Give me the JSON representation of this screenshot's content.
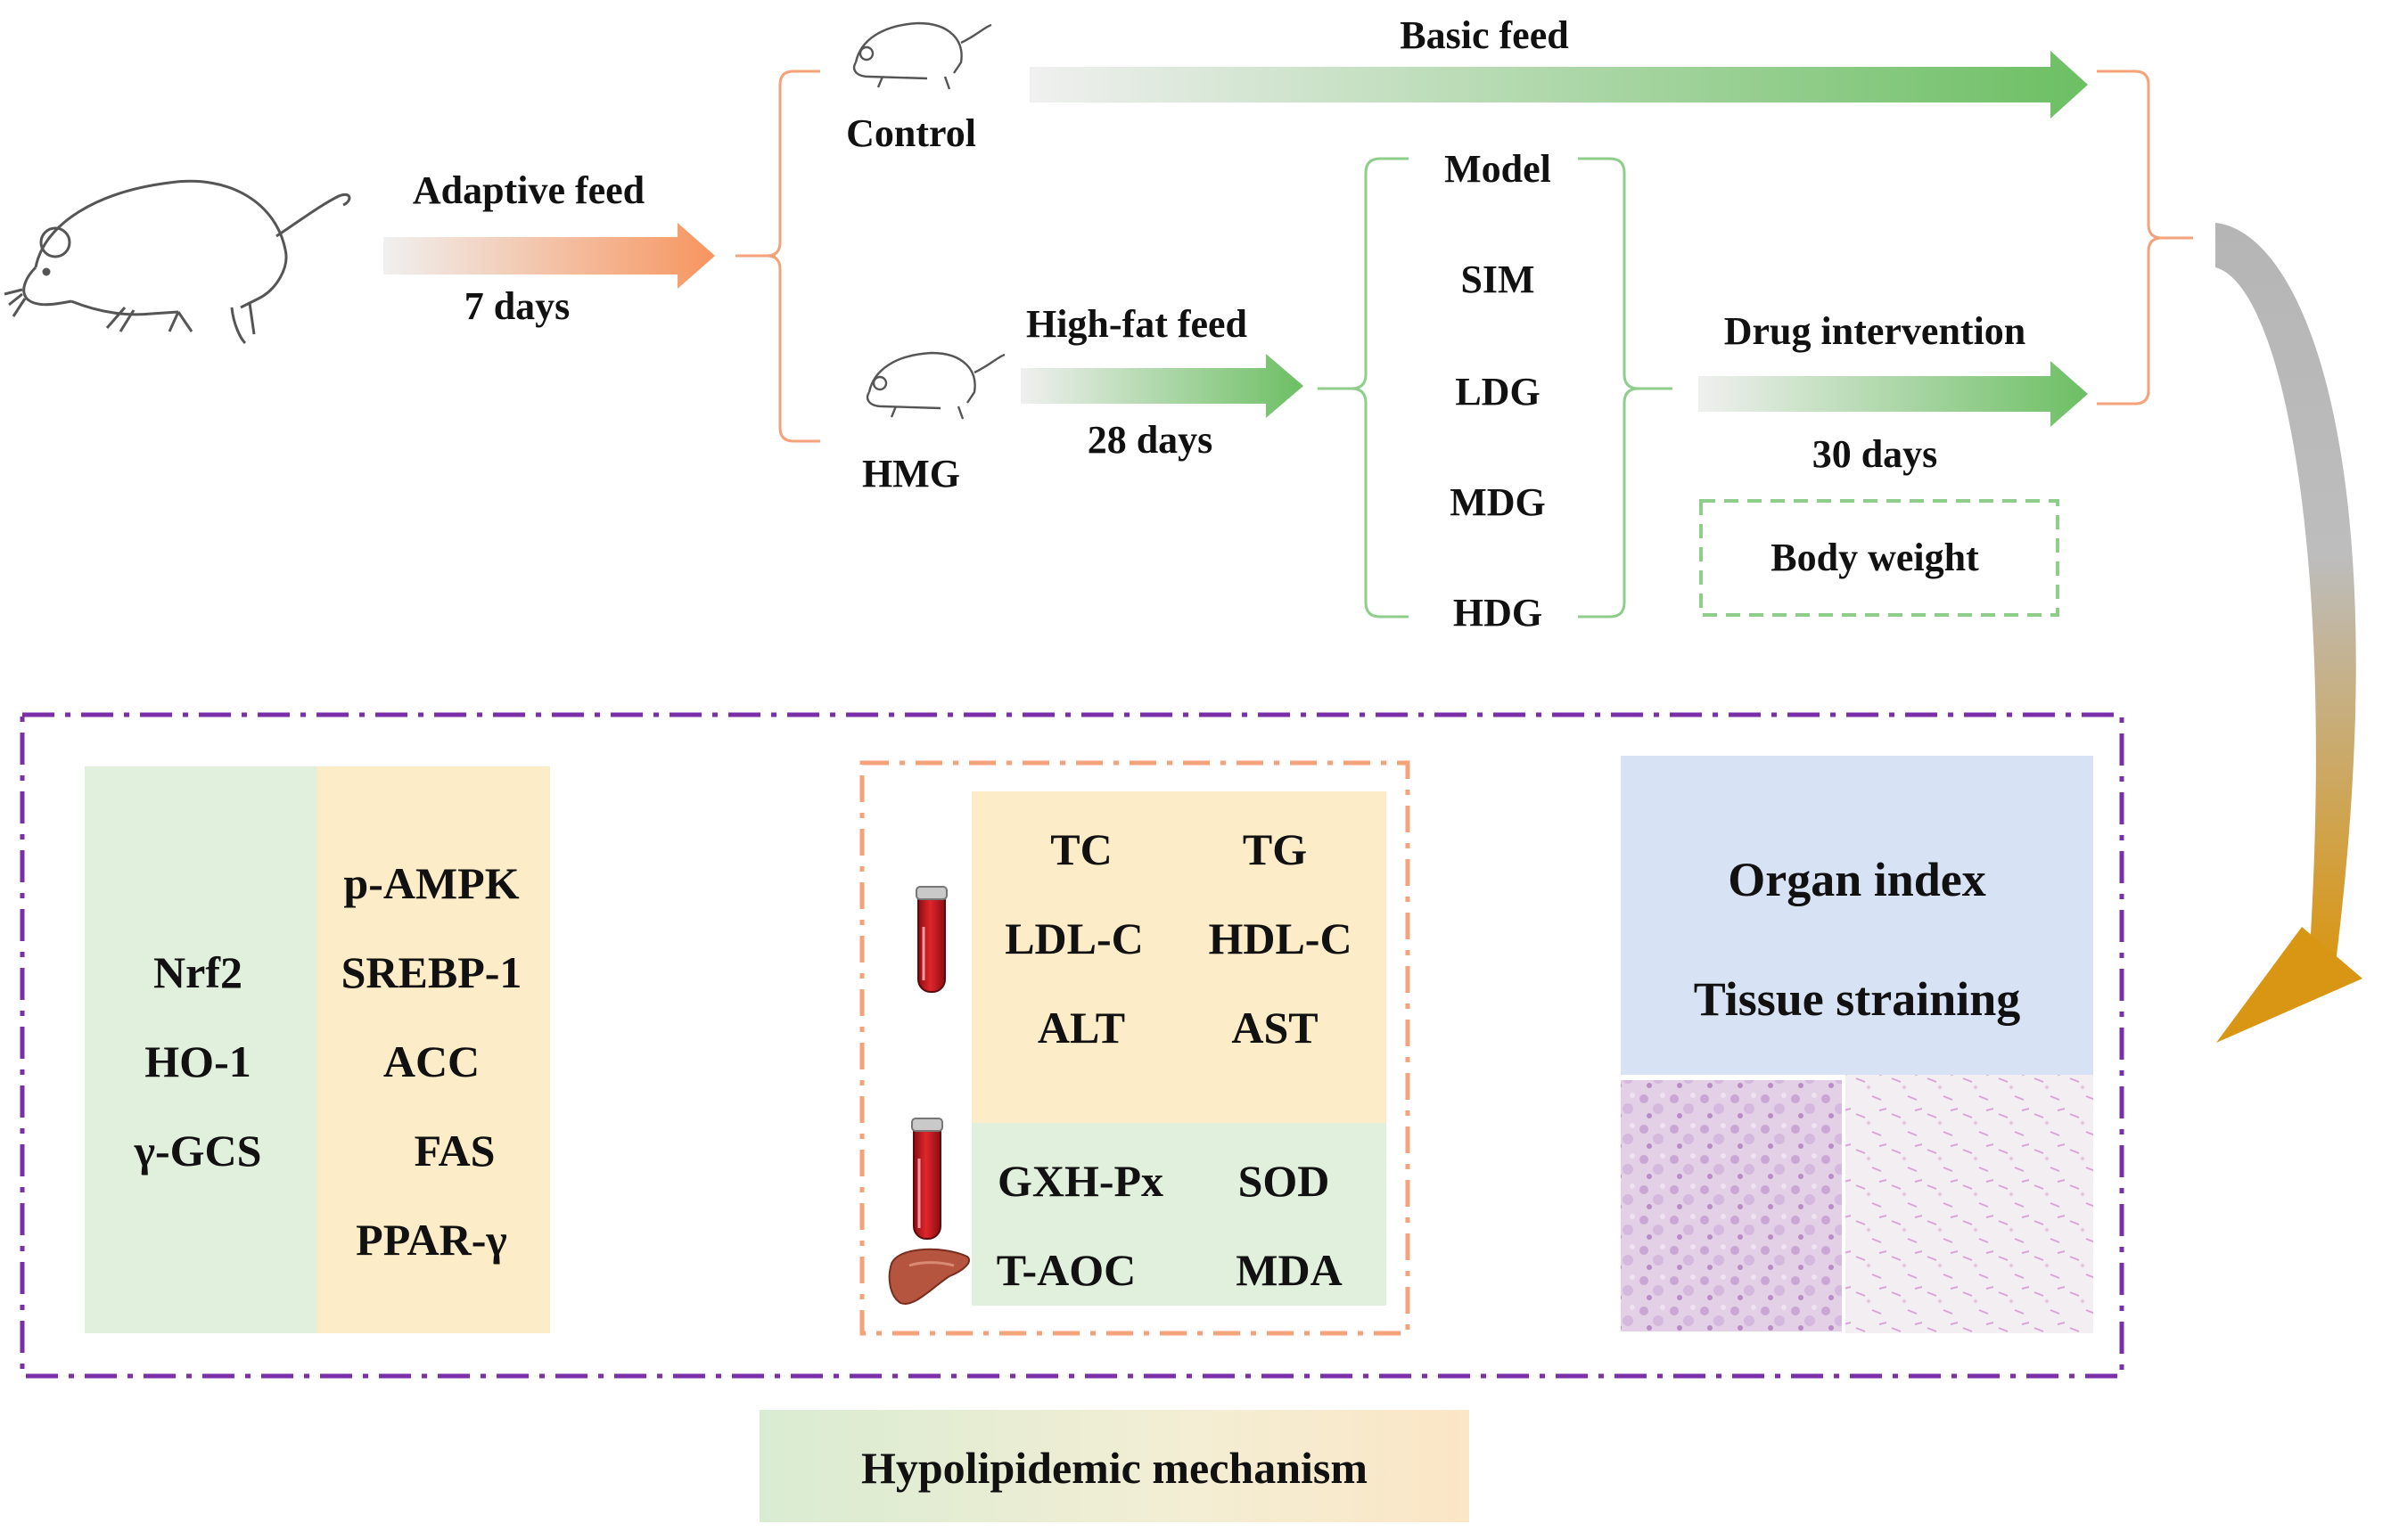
{
  "flow": {
    "adaptive_feed": "Adaptive feed",
    "adaptive_days": "7 days",
    "control": "Control",
    "basic_feed": "Basic feed",
    "hmg": "HMG",
    "high_fat_feed": "High-fat feed",
    "high_fat_days": "28 days",
    "groups": [
      "Model",
      "SIM",
      "LDG",
      "MDG",
      "HDG"
    ],
    "drug_intervention": "Drug intervention",
    "drug_days": "30 days",
    "body_weight": "Body weight"
  },
  "mechanism": {
    "left_green": [
      "Nrf2",
      "HO-1",
      "γ-GCS"
    ],
    "left_yellow": [
      "p-AMPK",
      "SREBP-1",
      "ACC",
      "FAS",
      "PPAR-γ"
    ],
    "serum": [
      [
        "TC",
        "TG"
      ],
      [
        "LDL-C",
        "HDL-C"
      ],
      [
        "ALT",
        "AST"
      ]
    ],
    "oxidative": [
      [
        "GXH-Px",
        "SOD"
      ],
      [
        "T-AOC",
        "MDA"
      ]
    ],
    "organ_index": "Organ index",
    "tissue_staining": "Tissue straining",
    "title": "Hypolipidemic mechanism"
  },
  "icons": {
    "mouse": "mouse-icon",
    "blood_tube": "blood-tube-icon",
    "liver": "liver-icon"
  },
  "colors": {
    "orange_arrow": "#f7a27a",
    "green_arrow": "#7cc576",
    "bracket_orange": "#f4a27a",
    "bracket_green": "#8fce8a",
    "purple_border": "#7a2fa8",
    "green_panel": "#e1f0dc",
    "yellow_panel": "#fdecc8",
    "blue_panel": "#d7e3f4",
    "curve_arrow": "#d79a1a"
  }
}
